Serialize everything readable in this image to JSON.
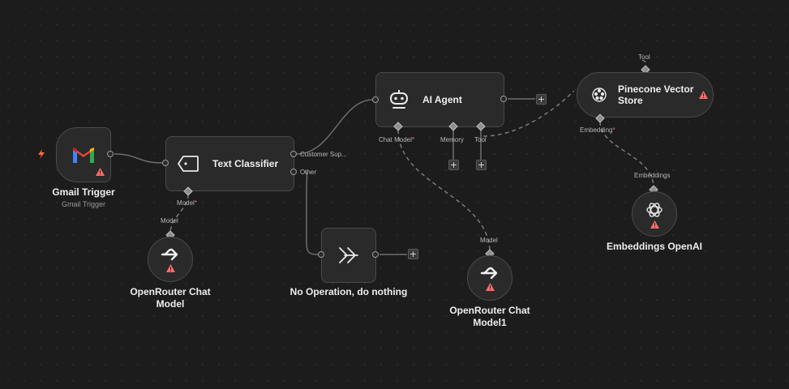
{
  "nodes": {
    "gmail_trigger": {
      "title": "Gmail Trigger",
      "subtitle": "Gmail Trigger"
    },
    "text_classifier": {
      "title": "Text Classifier",
      "output_1": "Customer Sup...",
      "output_2": "Other",
      "model_port": "Model"
    },
    "openrouter_1": {
      "title_line1": "OpenRouter Chat",
      "title_line2": "Model",
      "port_label": "Model"
    },
    "no_op": {
      "title": "No Operation, do nothing"
    },
    "ai_agent": {
      "title": "AI Agent",
      "chat_model_port": "Chat Model",
      "memory_port": "Memory",
      "tool_port": "Tool"
    },
    "openrouter_2": {
      "title_line1": "OpenRouter Chat",
      "title_line2": "Model1",
      "port_label": "Model"
    },
    "pinecone": {
      "title_line1": "Pinecone Vector",
      "title_line2": "Store",
      "tool_port": "Tool",
      "embedding_port": "Embedding"
    },
    "embeddings_openai": {
      "title": "Embeddings OpenAI",
      "port_label": "Embeddings"
    }
  },
  "required_marker": "*",
  "add_symbol": "+",
  "colors": {
    "canvas": "#1c1c1c",
    "node_bg": "#2a2a2a",
    "node_border": "#4b4b4b",
    "edge": "#6e6e6e",
    "warning": "#ff6b6b",
    "trigger_bolt": "#ff6d3a",
    "gmail_red": "#ea4335",
    "gmail_blue": "#4285f4",
    "gmail_green": "#34a853",
    "gmail_yellow": "#fbbc04"
  },
  "icons": {
    "gmail": "gmail-icon",
    "classifier": "tag-icon",
    "openrouter": "openrouter-icon",
    "no_op": "double-chevron-right-icon",
    "agent": "robot-icon",
    "pinecone": "pinecone-icon",
    "openai": "openai-icon",
    "warning": "warning-icon",
    "trigger": "lightning-bolt-icon"
  }
}
